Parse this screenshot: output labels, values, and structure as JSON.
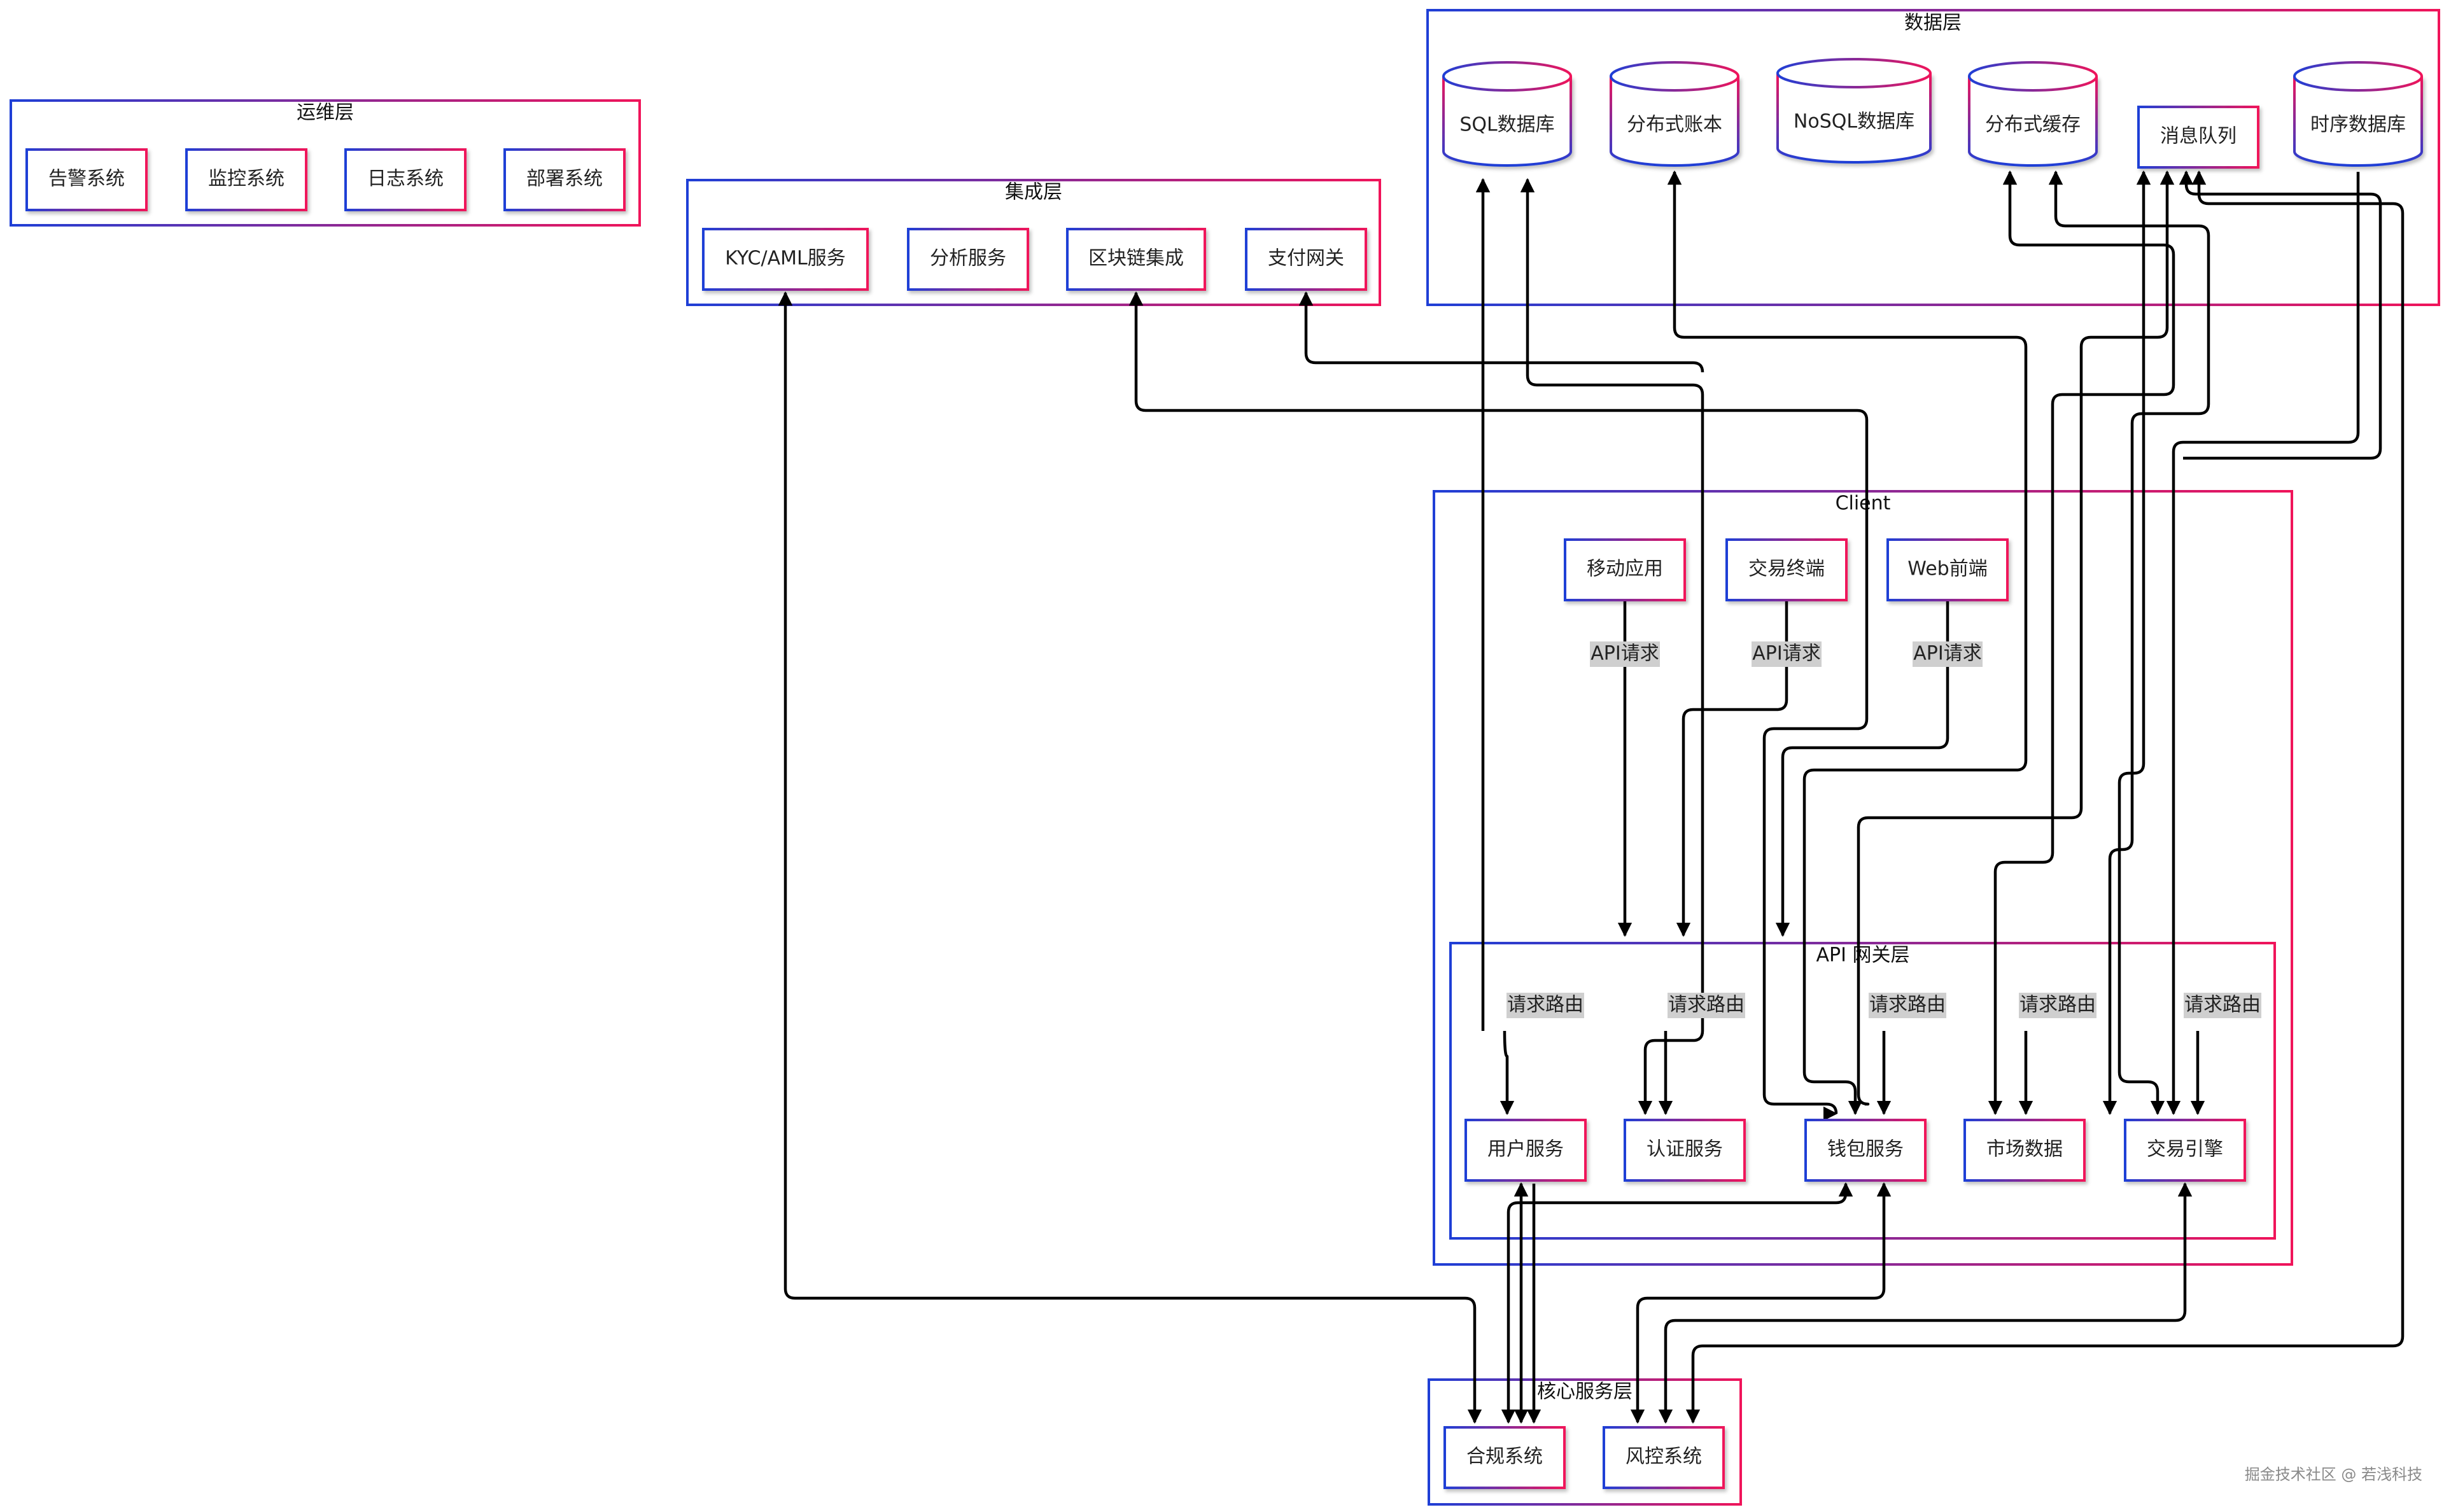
{
  "groups": {
    "ops": "运维层",
    "integration": "集成层",
    "data": "数据层",
    "client": "Client",
    "gateway": "API 网关层",
    "core": "核心服务层"
  },
  "nodes": {
    "alert": "告警系统",
    "monitor": "监控系统",
    "log": "日志系统",
    "deploy": "部署系统",
    "kyc": "KYC/AML服务",
    "analytics": "分析服务",
    "blockchain": "区块链集成",
    "payment": "支付网关",
    "sql": "SQL数据库",
    "ledger": "分布式账本",
    "nosql": "NoSQL数据库",
    "cache": "分布式缓存",
    "mq": "消息队列",
    "tsdb": "时序数据库",
    "mobile": "移动应用",
    "terminal": "交易终端",
    "web": "Web前端",
    "user_svc": "用户服务",
    "auth_svc": "认证服务",
    "wallet_svc": "钱包服务",
    "market": "市场数据",
    "engine": "交易引擎",
    "compliance": "合规系统",
    "risk": "风控系统"
  },
  "edge_labels": {
    "api_request": "API请求",
    "route": "请求路由"
  },
  "watermark": "掘金技术社区 @ 若浅科技",
  "colors": {
    "border_start": "#1f3fd6",
    "border_end": "#f0145a",
    "edge": "#000000",
    "label_bg": "#cfcfcf"
  }
}
